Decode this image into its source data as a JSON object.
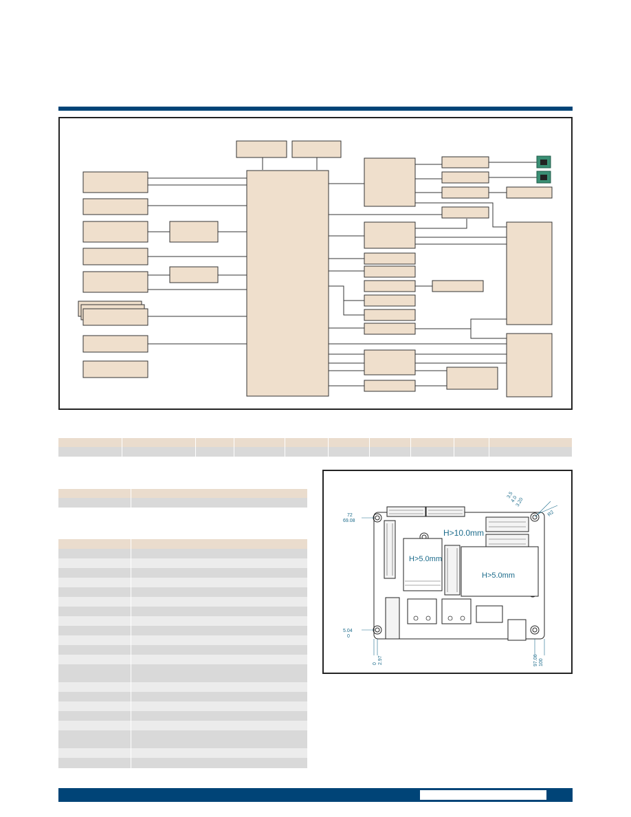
{
  "colors": {
    "brand": "#004477",
    "block": "#efdfcc",
    "header": "#eadccd",
    "dim": "#1a6a8a"
  },
  "mechanical": {
    "dim_top_left_1": "72",
    "dim_top_left_2": "69.08",
    "dim_left_1": "5.04",
    "dim_left_2": "0",
    "dim_bottom_1": "0",
    "dim_bottom_2": "2.97",
    "dim_bottom_right_1": "97.06",
    "dim_bottom_right_2": "100",
    "dim_hole_1": "4.0",
    "dim_hole_2": "3.20",
    "dim_hole_3": "3.5",
    "dim_radius": "R2",
    "height_zone_1": "H>10.0mm",
    "height_zone_2": "H>5.0mm",
    "height_zone_3": "H>5.0mm"
  }
}
